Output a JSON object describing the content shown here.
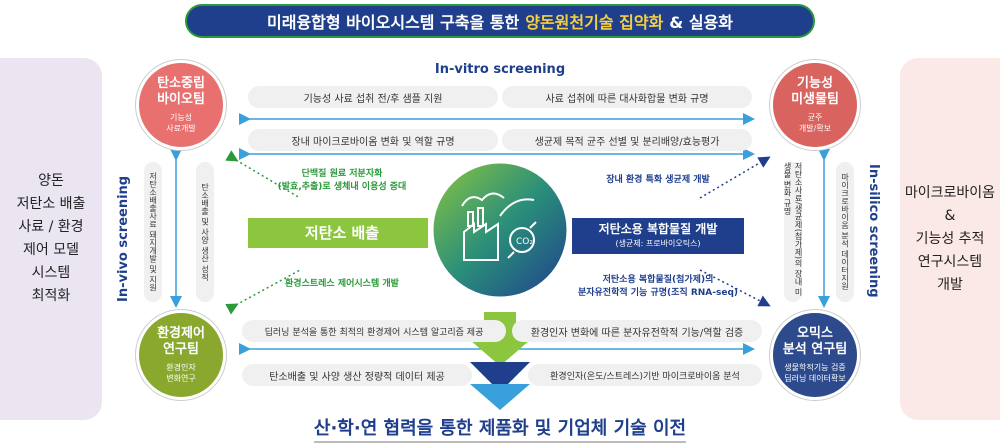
{
  "title": {
    "part1": "미래융합형 바이오시스템 구축을 통한",
    "highlight": "양돈원천기술 집약화",
    "part2": "& 실용화"
  },
  "left_panel": {
    "lines": [
      "양돈",
      "저탄소 배출",
      "사료 / 환경",
      "제어 모델",
      "시스템",
      "최적화"
    ]
  },
  "right_panel": {
    "lines": [
      "마이크로바이옴",
      "&",
      "기능성 추적",
      "연구시스템",
      "개발"
    ]
  },
  "teams": {
    "top_left": {
      "name_l1": "탄소중립",
      "name_l2": "바이오팀",
      "sub_l1": "기능성",
      "sub_l2": "사료개발",
      "color": "#e8706e"
    },
    "top_right": {
      "name_l1": "기능성",
      "name_l2": "미생물팀",
      "sub_l1": "균주",
      "sub_l2": "개발/확보",
      "color": "#d9635e"
    },
    "bottom_left": {
      "name_l1": "환경제어",
      "name_l2": "연구팀",
      "sub_l1": "환경인자",
      "sub_l2": "변화연구",
      "color": "#8aa82e"
    },
    "bottom_right": {
      "name_l1": "오믹스",
      "name_l2": "분석 연구팀",
      "sub_l1": "생물학적기능 검증",
      "sub_l2": "딥러닝 데이터확보",
      "color": "#2c4a8c"
    }
  },
  "screening": {
    "top": "In-vitro screening",
    "left": "In-vivo screening",
    "right": "In-silico screening"
  },
  "top_pills": [
    "기능성 사료 섭취 전/후 샘플 지원",
    "사료 섭취에 따른 대사화합물 변화 규명",
    "장내 마이크로바이옴 변화 및 역할 규명",
    "생균제 목적 균주 선별 및 분리배양/효능평가"
  ],
  "bottom_pills": [
    "딥러닝 분석을 통한 최적의 환경제어 시스템 알고리즘 제공",
    "환경인자 변화에 따른 분자유전학적 기능/역할 검증",
    "탄소배출 및 사양 생산 정량적 데이터 제공",
    "환경인자(온도/스트레스)기반 마이크로바이옴 분석"
  ],
  "left_vpills": [
    "저탄소배출사료 돼지개발 및 지원",
    "탄소배출 및 사양 생산 성적"
  ],
  "right_vpills": [
    "저탄소사료/생균제(첨가제)의 장내 미생물 변화 규명",
    "마이크로바이옴 분석 데이터지원"
  ],
  "notes": {
    "green_top_l1": "단백질 원료 저분자화",
    "green_top_l2": "(발효,추출)로 생체내 이용성 증대",
    "green_bottom": "환경스트레스 제어시스템 개발",
    "navy_top": "장내 환경 특화 생균제 개발",
    "navy_bottom_l1": "저탄소용 복합물질(첨가제)의",
    "navy_bottom_l2": "분자유전학적 기능 규명(조직 RNA-seq)"
  },
  "center": {
    "left_bar": "저탄소 배출",
    "right_bar": "저탄소용 복합물질 개발",
    "right_bar_sub": "(생균제: 프로바이오틱스)",
    "co2_label": "CO₂"
  },
  "bottom_title": "산·학·연 협력을 통한 제품화 및 기업체 기술 이전",
  "colors": {
    "navy": "#1f3e8c",
    "green": "#2a9a3a",
    "lime": "#8cc63f",
    "sky": "#3aa0dc"
  }
}
